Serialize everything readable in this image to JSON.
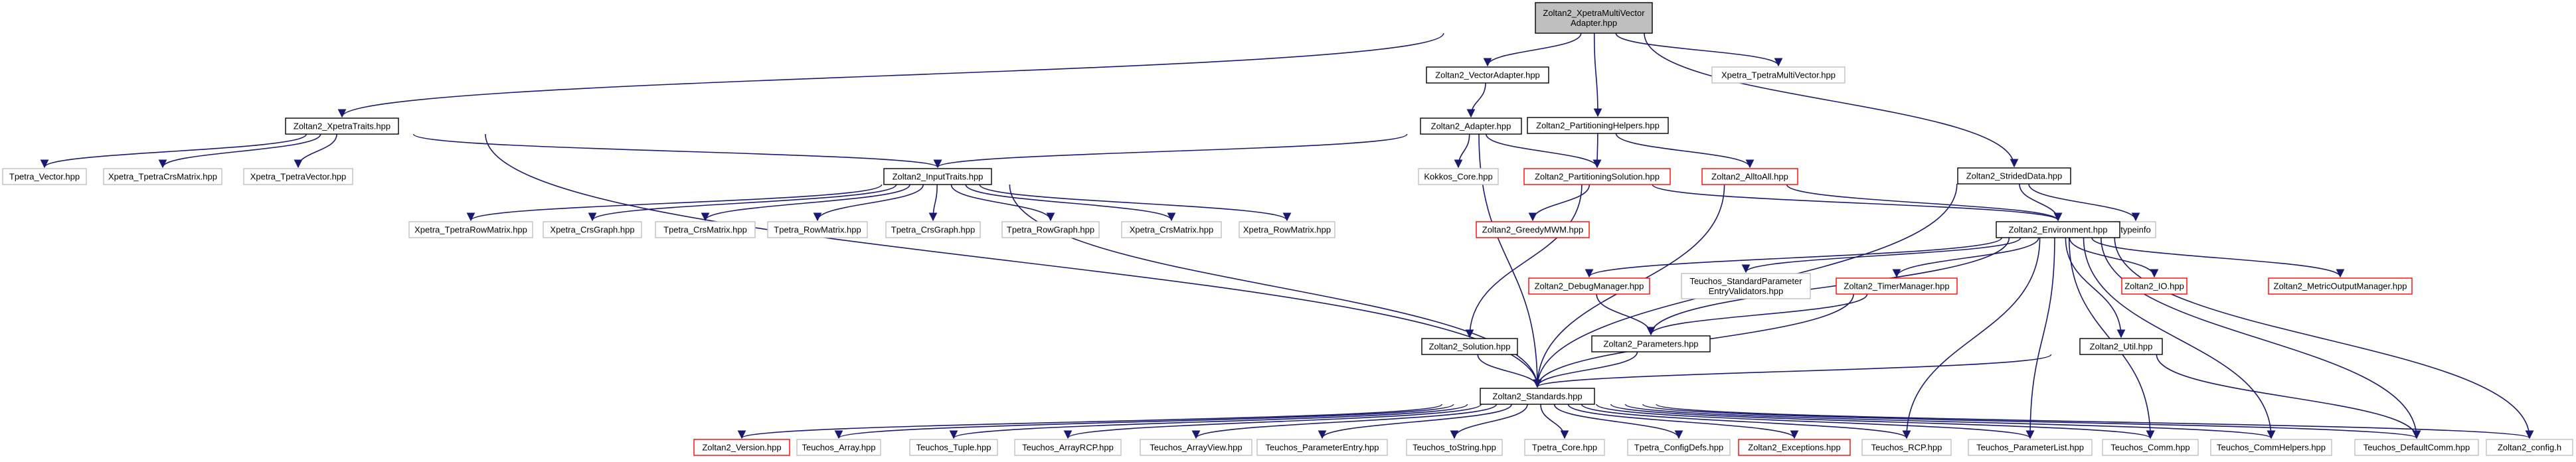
{
  "colors": {
    "edge": "#191970",
    "border_default": "#000000",
    "border_missing": "#bfbfbf",
    "border_red": "#ff0000",
    "fill_root": "#bfbfbf",
    "fill_node": "#ffffff",
    "text": "#000000"
  },
  "nodes": {
    "root": {
      "lines": [
        "Zoltan2_XpetraMultiVector",
        "Adapter.hpp"
      ],
      "style": "root"
    },
    "xpetraTraits": {
      "lines": [
        "Zoltan2_XpetraTraits.hpp"
      ],
      "style": "default"
    },
    "vectorAdapter": {
      "lines": [
        "Zoltan2_VectorAdapter.hpp"
      ],
      "style": "default"
    },
    "partHelpers": {
      "lines": [
        "Zoltan2_PartitioningHelpers.hpp"
      ],
      "style": "default"
    },
    "stridedData": {
      "lines": [
        "Zoltan2_StridedData.hpp"
      ],
      "style": "default"
    },
    "xpetraTpetraMV": {
      "lines": [
        "Xpetra_TpetraMultiVector.hpp"
      ],
      "style": "missing"
    },
    "tpetraVector": {
      "lines": [
        "Tpetra_Vector.hpp"
      ],
      "style": "missing"
    },
    "xpetraTpetraCrs": {
      "lines": [
        "Xpetra_TpetraCrsMatrix.hpp"
      ],
      "style": "missing"
    },
    "xpetraTpetraVec": {
      "lines": [
        "Xpetra_TpetraVector.hpp"
      ],
      "style": "missing"
    },
    "adapter": {
      "lines": [
        "Zoltan2_Adapter.hpp"
      ],
      "style": "default"
    },
    "inputTraits": {
      "lines": [
        "Zoltan2_InputTraits.hpp"
      ],
      "style": "default"
    },
    "kokkosCore": {
      "lines": [
        "Kokkos_Core.hpp"
      ],
      "style": "missing"
    },
    "partSolution": {
      "lines": [
        "Zoltan2_PartitioningSolution.hpp"
      ],
      "style": "red"
    },
    "allToAll": {
      "lines": [
        "Zoltan2_AlltoAll.hpp"
      ],
      "style": "red"
    },
    "typeinfo": {
      "lines": [
        "typeinfo"
      ],
      "style": "missing"
    },
    "xpetraTpetraRowMatrix": {
      "lines": [
        "Xpetra_TpetraRowMatrix.hpp"
      ],
      "style": "missing"
    },
    "xpetraCrsGraph": {
      "lines": [
        "Xpetra_CrsGraph.hpp"
      ],
      "style": "missing"
    },
    "tpetraCrsMatrix": {
      "lines": [
        "Tpetra_CrsMatrix.hpp"
      ],
      "style": "missing"
    },
    "tpetraRowMatrix": {
      "lines": [
        "Tpetra_RowMatrix.hpp"
      ],
      "style": "missing"
    },
    "tpetraCrsGraph": {
      "lines": [
        "Tpetra_CrsGraph.hpp"
      ],
      "style": "missing"
    },
    "tpetraRowGraph": {
      "lines": [
        "Tpetra_RowGraph.hpp"
      ],
      "style": "missing"
    },
    "xpetraCrsMatrix": {
      "lines": [
        "Xpetra_CrsMatrix.hpp"
      ],
      "style": "missing"
    },
    "xpetraRowMatrix": {
      "lines": [
        "Xpetra_RowMatrix.hpp"
      ],
      "style": "missing"
    },
    "environment": {
      "lines": [
        "Zoltan2_Environment.hpp"
      ],
      "style": "default"
    },
    "greedyMWM": {
      "lines": [
        "Zoltan2_GreedyMWM.hpp"
      ],
      "style": "red"
    },
    "debugManager": {
      "lines": [
        "Zoltan2_DebugManager.hpp"
      ],
      "style": "red"
    },
    "teuchosSPEV": {
      "lines": [
        "Teuchos_StandardParameter",
        "EntryValidators.hpp"
      ],
      "style": "missing"
    },
    "timerManager": {
      "lines": [
        "Zoltan2_TimerManager.hpp"
      ],
      "style": "red"
    },
    "io": {
      "lines": [
        "Zoltan2_IO.hpp"
      ],
      "style": "red"
    },
    "metricOutput": {
      "lines": [
        "Zoltan2_MetricOutputManager.hpp"
      ],
      "style": "red"
    },
    "parameters": {
      "lines": [
        "Zoltan2_Parameters.hpp"
      ],
      "style": "default"
    },
    "solution": {
      "lines": [
        "Zoltan2_Solution.hpp"
      ],
      "style": "default"
    },
    "util": {
      "lines": [
        "Zoltan2_Util.hpp"
      ],
      "style": "default"
    },
    "standards": {
      "lines": [
        "Zoltan2_Standards.hpp"
      ],
      "style": "default"
    },
    "version": {
      "lines": [
        "Zoltan2_Version.hpp"
      ],
      "style": "red"
    },
    "teuchosArray": {
      "lines": [
        "Teuchos_Array.hpp"
      ],
      "style": "missing"
    },
    "teuchosTuple": {
      "lines": [
        "Teuchos_Tuple.hpp"
      ],
      "style": "missing"
    },
    "teuchosArrayRCP": {
      "lines": [
        "Teuchos_ArrayRCP.hpp"
      ],
      "style": "missing"
    },
    "teuchosArrayView": {
      "lines": [
        "Teuchos_ArrayView.hpp"
      ],
      "style": "missing"
    },
    "teuchosParamEntry": {
      "lines": [
        "Teuchos_ParameterEntry.hpp"
      ],
      "style": "missing"
    },
    "teuchosToString": {
      "lines": [
        "Teuchos_toString.hpp"
      ],
      "style": "missing"
    },
    "tpetraCore": {
      "lines": [
        "Tpetra_Core.hpp"
      ],
      "style": "missing"
    },
    "tpetraConfigDefs": {
      "lines": [
        "Tpetra_ConfigDefs.hpp"
      ],
      "style": "missing"
    },
    "exceptions": {
      "lines": [
        "Zoltan2_Exceptions.hpp"
      ],
      "style": "red"
    },
    "teuchosRCP": {
      "lines": [
        "Teuchos_RCP.hpp"
      ],
      "style": "missing"
    },
    "teuchosParamList": {
      "lines": [
        "Teuchos_ParameterList.hpp"
      ],
      "style": "missing"
    },
    "teuchosComm": {
      "lines": [
        "Teuchos_Comm.hpp"
      ],
      "style": "missing"
    },
    "teuchosCommHelpers": {
      "lines": [
        "Teuchos_CommHelpers.hpp"
      ],
      "style": "missing"
    },
    "teuchosDefaultComm": {
      "lines": [
        "Teuchos_DefaultComm.hpp"
      ],
      "style": "missing"
    },
    "config": {
      "lines": [
        "Zoltan2_config.h"
      ],
      "style": "missing"
    }
  }
}
